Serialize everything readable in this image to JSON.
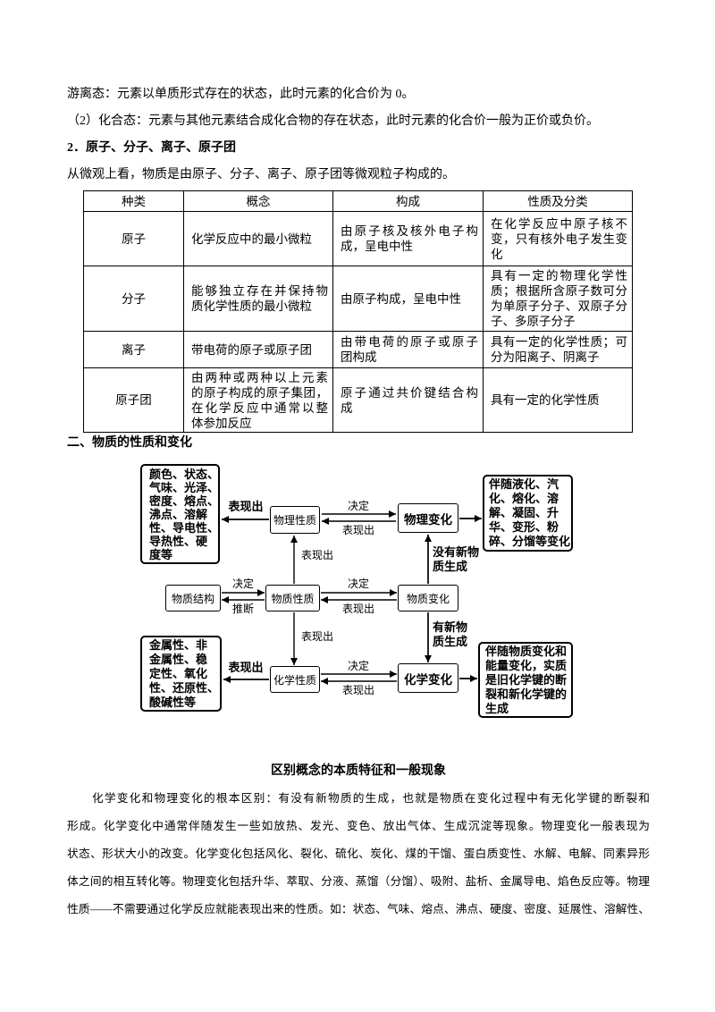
{
  "intro": {
    "line1": "游离态：元素以单质形式存在的状态，此时元素的化合价为 0。",
    "line2": "（2）化合态：元素与其他元素结合成化合物的存在状态，此时元素的化合价一般为正价或负价。",
    "heading": "2．原子、分子、离子、原子团",
    "line4": "从微观上看，物质是由原子、分子、离子、原子团等微观粒子构成的。"
  },
  "table": {
    "headers": [
      "种类",
      "概念",
      "构成",
      "性质及分类"
    ],
    "rows": [
      {
        "kind": "原子",
        "concept": [
          "化学反应中的最小微粒"
        ],
        "composition": [
          "由原子核及核外电子构",
          "成，呈电中性"
        ],
        "properties": [
          "在化学反应中原子核不",
          "变，只有核外电子发生变",
          "化"
        ]
      },
      {
        "kind": "分子",
        "concept": [
          "能够独立存在并保持物",
          "质化学性质的最小微粒"
        ],
        "composition": [
          "由原子构成，呈电中性"
        ],
        "properties": [
          "具有一定的物理化学性",
          "质；根据所含原子数可分",
          "为单原子分子、双原子分",
          "子、多原子分子"
        ]
      },
      {
        "kind": "离子",
        "concept": [
          "带电荷的原子或原子团"
        ],
        "composition": [
          "由带电荷的原子或原子",
          "团构成"
        ],
        "properties": [
          "具有一定的化学性质；可",
          "分为阳离子、阴离子"
        ]
      },
      {
        "kind": "原子团",
        "concept": [
          "由两种或两种以上元素",
          "的原子构成的原子集团，",
          "在化学反应中通常以整",
          "体参加反应"
        ],
        "composition": [
          "原子通过共价键结合构",
          "成"
        ],
        "properties": [
          "具有一定的化学性质"
        ]
      }
    ]
  },
  "section2": {
    "heading": "二、物质的性质和变化"
  },
  "diagram": {
    "physical_property": "物理性质",
    "physical_change": "物理变化",
    "structure": "物质结构",
    "property": "物质性质",
    "change": "物质变化",
    "chemical_property": "化学性质",
    "chemical_change": "化学变化",
    "physical_property_examples": [
      "颜色、状态、",
      "气味、光泽、",
      "密度、熔点、",
      "沸点、溶解",
      "性、导电性、",
      "导热性、硬",
      "度等"
    ],
    "physical_change_examples": [
      "伴随液化、汽",
      "化、熔化、溶",
      "解、凝固、升",
      "华、变形、粉",
      "碎、分馏等变化"
    ],
    "chemical_property_examples": [
      "金属性、非",
      "金属性、稳",
      "定性、氧化",
      "性、还原性、",
      "酸碱性等"
    ],
    "chemical_change_examples": [
      "伴随物质变化和",
      "能量变化，实质",
      "是旧化学键的断",
      "裂和新化学键的",
      "生成"
    ],
    "labels": {
      "phys_prop_shows_examples": "表现出",
      "phys_prop_determines_phys_change": "决定",
      "phys_change_shows_phys_prop": "表现出",
      "property_shows_phys_prop": "表现出",
      "no_new_substance": [
        "没有新物",
        "质生成"
      ],
      "structure_determines_property": "决定",
      "property_infers_structure": "推断",
      "property_determines_change": "决定",
      "change_shows_property": "表现出",
      "property_shows_chem_prop": "表现出",
      "new_substance": [
        "有新物",
        "质生成"
      ],
      "chem_prop_shows_examples": "表现出",
      "chem_prop_determines_chem_change": "决定",
      "chem_change_shows_chem_prop": "表现出"
    }
  },
  "section3": {
    "heading": "区别概念的本质特征和一般现象",
    "lines": [
      "化学变化和物理变化的根本区别：有没有新物质的生成，也就是物质在变化过程中有无化学键的断裂和",
      "形成。化学变化中通常伴随发生一些如放热、发光、变色、放出气体、生成沉淀等现象。物理变化一般表现为",
      "状态、形状大小的改变。化学变化包括风化、裂化、硫化、炭化、煤的干馏、蛋白质变性、水解、电解、同素异形",
      "体之间的相互转化等。物理变化包括升华、萃取、分液、蒸馏（分馏）、吸附、盐析、金属导电、焰色反应等。物理",
      "性质——不需要通过化学反应就能表现出来的性质。如：状态、气味、熔点、沸点、硬度、密度、延展性、溶解性、"
    ]
  }
}
